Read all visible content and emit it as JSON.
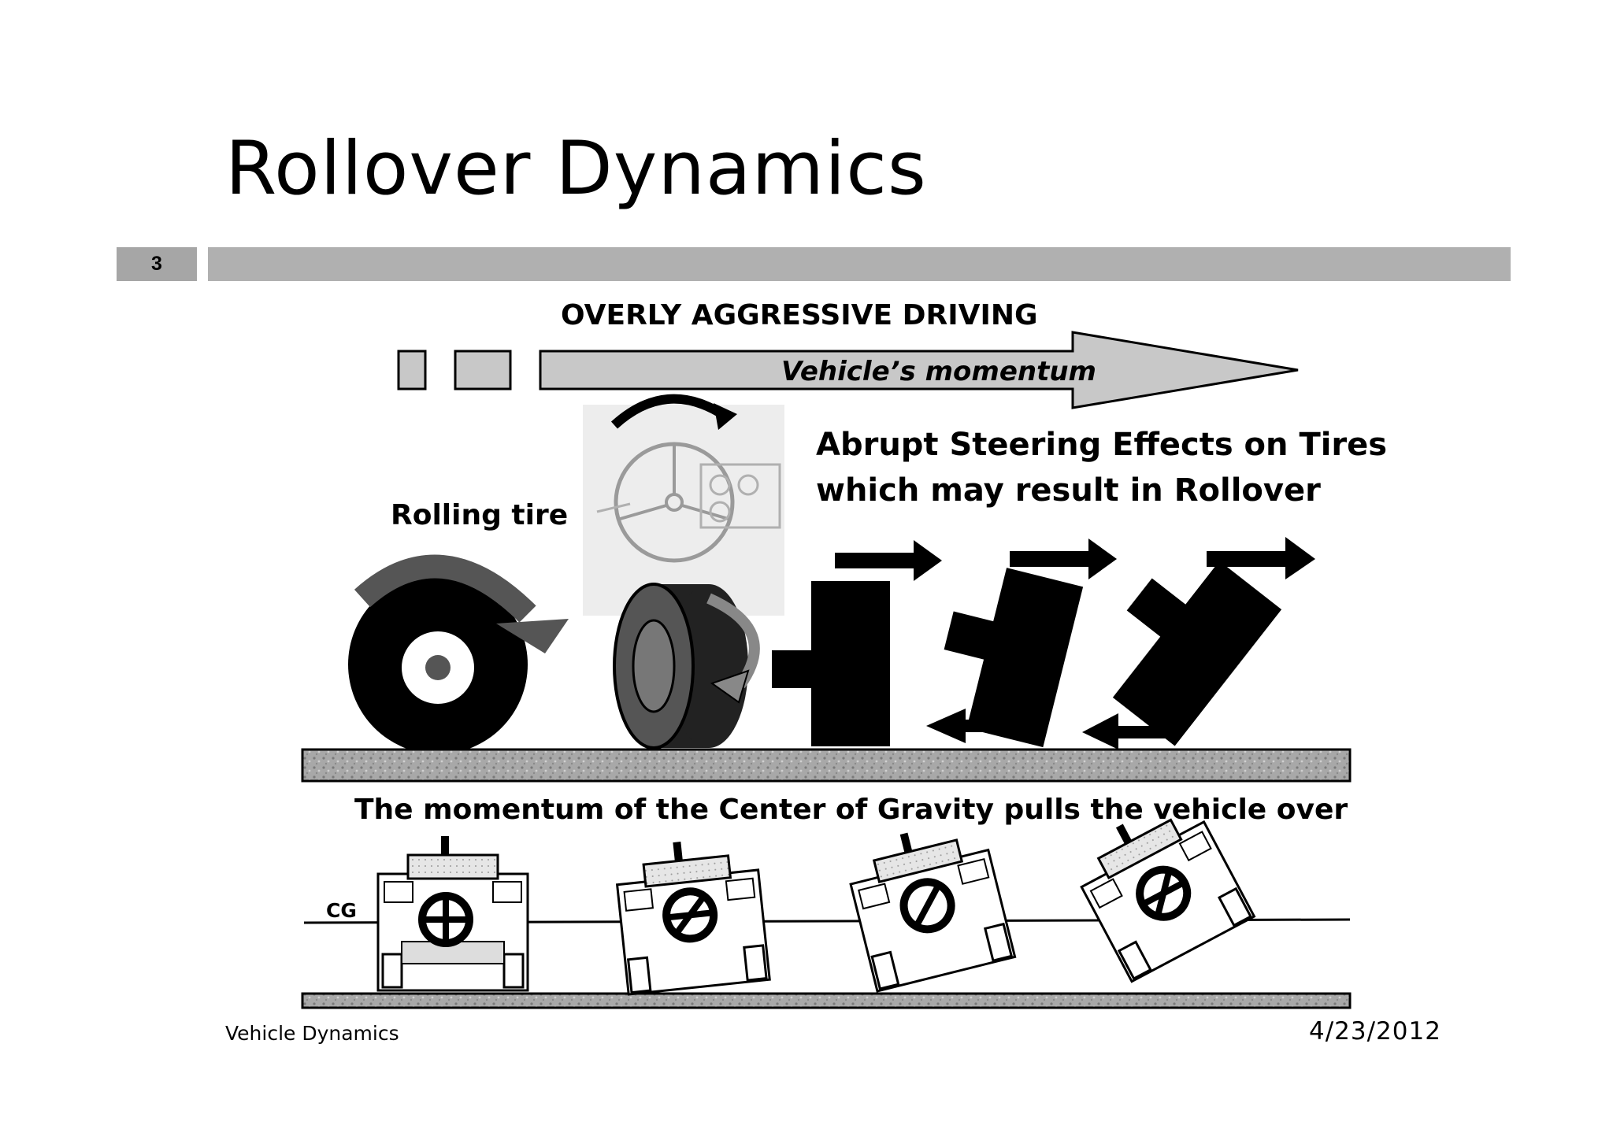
{
  "slide": {
    "title": "Rollover Dynamics",
    "number": "3",
    "footer_left": "Vehicle Dynamics",
    "footer_right": "4/23/2012"
  },
  "diagram": {
    "top_label": "OVERLY AGGRESSIVE DRIVING",
    "arrow_label": "Vehicle’s momentum",
    "steering_text_line1": "Abrupt Steering Effects on Tires",
    "steering_text_line2": "which may result in Rollover",
    "rolling_tire_label": "Rolling tire",
    "cg_caption": "The momentum of the Center of Gravity pulls the vehicle over",
    "cg_label": "CG"
  },
  "colors": {
    "header_bar": "#b0b0b0",
    "arrow_fill": "#c8c8c8",
    "ground": "#a8a8a8"
  }
}
